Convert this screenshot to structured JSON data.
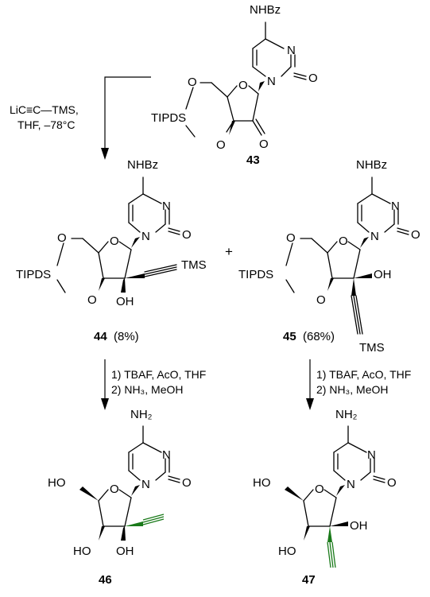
{
  "colors": {
    "ink": "#000000",
    "alkyne_highlight": "#1a7a1a",
    "background": "#ffffff"
  },
  "reagents": {
    "step1_line1": "LiC≡C—TMS,",
    "step1_line2": "THF, –78°C",
    "step2_line1": "1) TBAF, AcO, THF",
    "step2_line2": "2) NH₃, MeOH"
  },
  "plus": "+",
  "compounds": {
    "c43": {
      "number": "43",
      "yield": "",
      "atoms": {
        "nhbz": "NHBz",
        "n3": "N",
        "o2": "O",
        "n1": "N",
        "tipds": "TIPDS",
        "o5": "O",
        "o3": "O",
        "o4": "O",
        "keto": "O"
      }
    },
    "c44": {
      "number": "44",
      "yield": "(8%)",
      "atoms": {
        "nhbz": "NHBz",
        "n3": "N",
        "o2": "O",
        "n1": "N",
        "tipds": "TIPDS",
        "o5": "O",
        "o3": "O",
        "o4": "O",
        "oh": "OH",
        "tms": "TMS"
      }
    },
    "c45": {
      "number": "45",
      "yield": "(68%)",
      "atoms": {
        "nhbz": "NHBz",
        "n3": "N",
        "o2": "O",
        "n1": "N",
        "tipds": "TIPDS",
        "o5": "O",
        "o3": "O",
        "o4": "O",
        "oh": "OH",
        "tms": "TMS"
      }
    },
    "c46": {
      "number": "46",
      "yield": "",
      "atoms": {
        "nh2": "NH₂",
        "n3": "N",
        "o2": "O",
        "n1": "N",
        "ho5": "HO",
        "o4": "O",
        "ho3": "HO",
        "oh2": "OH"
      }
    },
    "c47": {
      "number": "47",
      "yield": "",
      "atoms": {
        "nh2": "NH₂",
        "n3": "N",
        "o2": "O",
        "n1": "N",
        "ho5": "HO",
        "o4": "O",
        "ho3": "HO",
        "oh2": "OH"
      }
    }
  }
}
